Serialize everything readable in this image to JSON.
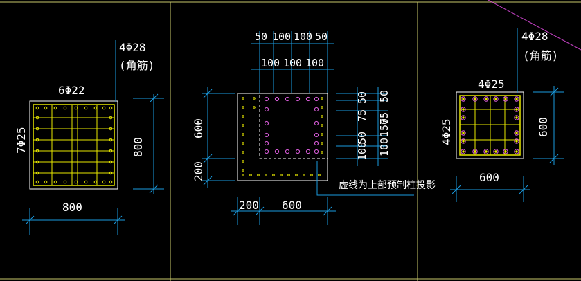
{
  "colors": {
    "background": "#000000",
    "frame": "#c9c96a",
    "text": "#ffffff",
    "column_outline": "#ffffff",
    "dimension": "#1a9be0",
    "rebar_yellow": "#e8e800",
    "rebar_pink": "#e060e0",
    "leader": "#1a9be0",
    "diagonal": "#c040c0"
  },
  "left_detail": {
    "corner_rebar": "4Φ28",
    "corner_rebar_note": "(角筋)",
    "top_rebar": "6Φ22",
    "side_rebar": "7Φ25",
    "width_dim": "800",
    "height_dim": "800"
  },
  "middle_detail": {
    "top_dims_row1": [
      "50",
      "100",
      "100",
      "50"
    ],
    "top_dims_row2": [
      "100",
      "100",
      "100"
    ],
    "right_dims_top": [
      "50",
      "75",
      "50",
      "100"
    ],
    "right_dims_bottom": [
      "50",
      "75",
      "150",
      "100"
    ],
    "left_dim_upper": "600",
    "left_dim_lower": "200",
    "bottom_dim_left": "200",
    "bottom_dim_right": "600",
    "note": "虚线为上部预制柱投影"
  },
  "right_detail": {
    "corner_rebar": "4Φ28",
    "corner_rebar_note": "(角筋)",
    "top_rebar": "4Φ25",
    "side_rebar": "4Φ25",
    "width_dim": "600",
    "height_dim": "600"
  }
}
